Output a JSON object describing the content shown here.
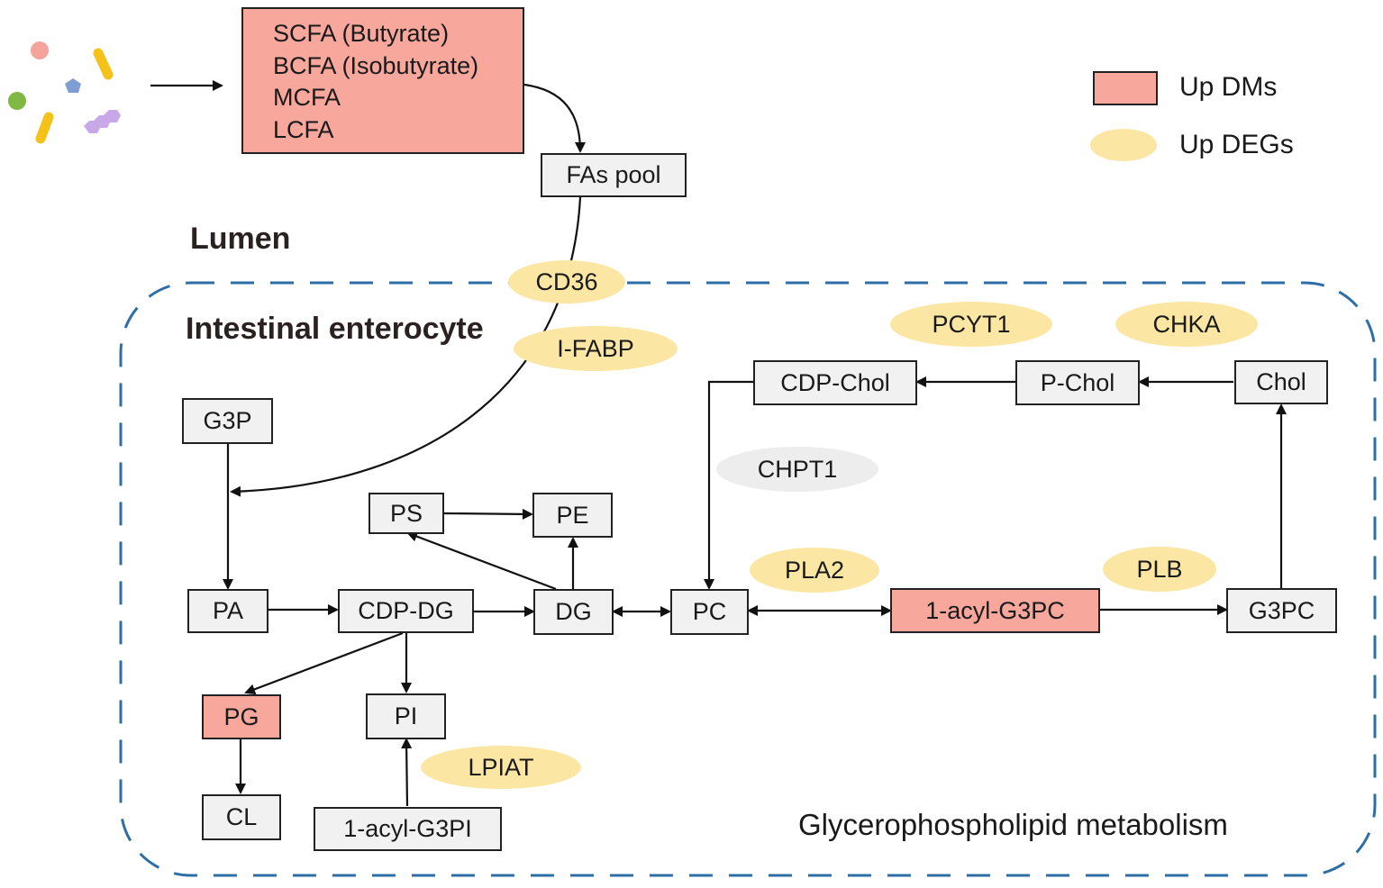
{
  "fatty_acids": [
    "SCFA (Butyrate)",
    "BCFA (Isobutyrate)",
    "MCFA",
    "LCFA"
  ],
  "regions": {
    "lumen": "Lumen",
    "enterocyte": "Intestinal enterocyte",
    "pathway": "Glycerophospholipid metabolism"
  },
  "legend": {
    "up_dms": "Up DMs",
    "up_degs": "Up DEGs"
  },
  "metabolites": {
    "fas_pool": "FAs pool",
    "g3p": "G3P",
    "pa": "PA",
    "cdp_dg": "CDP-DG",
    "dg": "DG",
    "ps": "PS",
    "pe": "PE",
    "pc": "PC",
    "pg": "PG",
    "cl": "CL",
    "pi": "PI",
    "acyl_g3pi": "1-acyl-G3PI",
    "acyl_g3pc": "1-acyl-G3PC",
    "g3pc": "G3PC",
    "chol": "Chol",
    "p_chol": "P-Chol",
    "cdp_chol": "CDP-Chol"
  },
  "genes": {
    "cd36": "CD36",
    "i_fabp": "I-FABP",
    "pcyt1": "PCYT1",
    "chka": "CHKA",
    "chpt1": "CHPT1",
    "pla2": "PLA2",
    "plb": "PLB",
    "lpiat": "LPIAT"
  },
  "colors": {
    "up_dm_fill": "#f8a79c",
    "up_deg_fill": "#fbe6a4",
    "neutral_gene_fill": "#ededed",
    "metabolite_fill": "#f1f1f1",
    "boundary": "#2e6ea6"
  },
  "microbes": [
    {
      "shape": "circle",
      "color": "#f4a49a"
    },
    {
      "shape": "rod",
      "color": "#f5c21b"
    },
    {
      "shape": "pentagon",
      "color": "#7f9fd4"
    },
    {
      "shape": "circle",
      "color": "#7fb842"
    },
    {
      "shape": "rod",
      "color": "#f5c21b"
    },
    {
      "shape": "hexagon-chain",
      "color": "#c9a8ea"
    }
  ]
}
